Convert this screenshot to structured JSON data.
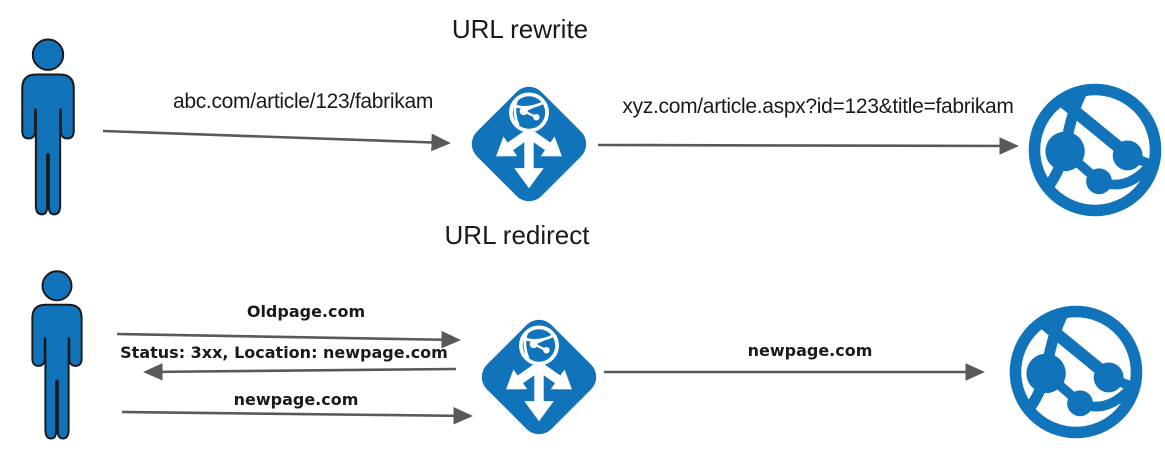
{
  "colors": {
    "icon_blue": "#1173b9",
    "arrow_gray": "#595959",
    "text": "#1a1a1a",
    "background": "#ffffff"
  },
  "rewrite": {
    "title": "URL rewrite",
    "request_url": "abc.com/article/123/fabrikam",
    "rewritten_url": "xyz.com/article.aspx?id=123&title=fabrikam"
  },
  "redirect": {
    "title": "URL redirect",
    "request_url": "Oldpage.com",
    "redirect_response": "Status: 3xx, Location: newpage.com",
    "followup_request": "newpage.com",
    "forwarded_url": "newpage.com"
  },
  "icons": {
    "user": "blue person silhouette",
    "gateway": "blue rounded diamond with globe and three-way arrows (application gateway)",
    "web_app": "blue globe network sphere (web app)"
  }
}
